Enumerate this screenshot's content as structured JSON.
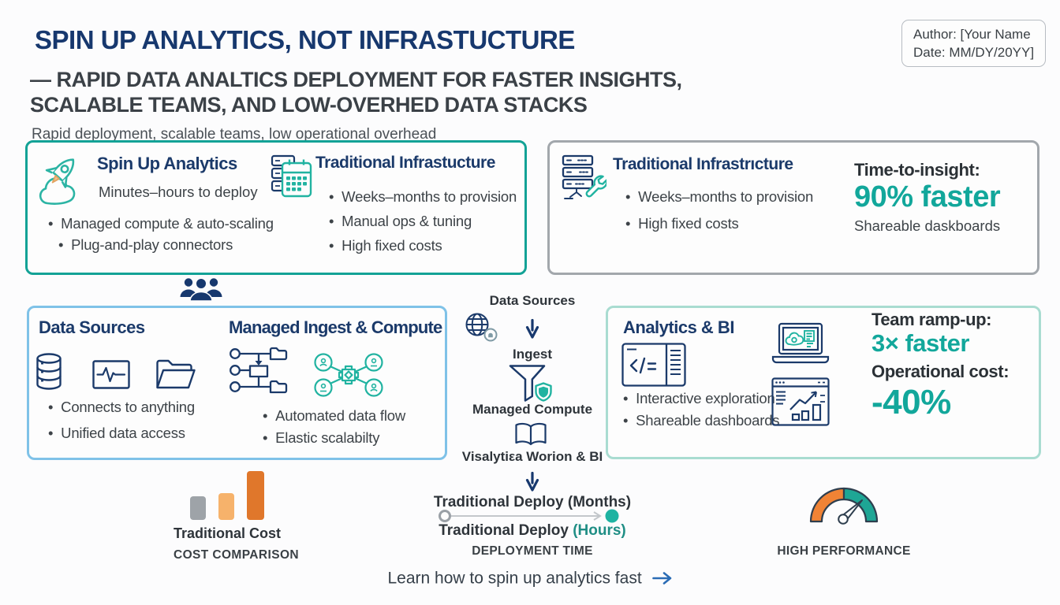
{
  "header": {
    "title": "SPIN UP ANALYTICS, NOT INFRASTUCTURE",
    "subtitle_line1": "— RAPID DATA ANALTICS DEPLOYMENT FOR FASTER INSIGHTS,",
    "subtitle_line2": "SCALABLE TEAMS, AND LOW-OVERHED DATA STACKS",
    "tagline": "Rapid deployment, scalable teams, low operational overhead",
    "author": {
      "line1": "Author: [Your Name",
      "line2": "Date: MM/DY/20YY]"
    }
  },
  "compare_card": {
    "spin_up": {
      "heading": "Spin Up Analytics",
      "subheading": "Minutes–hours to deploy",
      "bullets": [
        "Managed compute & auto-scaling",
        "Plug-and-play connectors"
      ],
      "icon": "rocket-cloud-icon"
    },
    "traditional": {
      "heading": "Traditional Infrastucture",
      "bullets": [
        "Weeks–months to provision",
        "Manual ops & tuning",
        "High fixed costs"
      ],
      "icon": "calendar-server-icon"
    }
  },
  "insight_card": {
    "heading": "Traditional Infrastrıcture",
    "bullets": [
      "Weeks–months to provision",
      "High fixed costs"
    ],
    "metric_label": "Time-to-insight:",
    "metric_value": "90% faster",
    "metric_note": "Shareable daskboards",
    "icon": "server-wrench-icon"
  },
  "sources_card": {
    "data_sources": {
      "heading": "Data Sources",
      "bullets": [
        "Connects to anything",
        "Unified data access"
      ],
      "icons": [
        "database-icon",
        "waveform-icon",
        "folder-icon"
      ]
    },
    "ingest": {
      "heading": "Managed Ingest & Compute",
      "bullets": [
        "Automated data flow",
        "Elastic scalabilty"
      ],
      "icons": [
        "flowchart-icon",
        "hub-spoke-icon"
      ]
    }
  },
  "flow": {
    "step1": "Data Sources",
    "step2": "Ingest",
    "step3": "Managed Compute",
    "step4": "Visalytiεa Worion & BI",
    "deploy_months": "Traditional Deploy (Months)",
    "deploy_hours_prefix": "Traditional Deploy ",
    "deploy_hours_highlight": "(Hours)",
    "axis_caption": "DEPLOYMENT TIME",
    "icons": [
      "globe-icon",
      "funnel-shield-icon",
      "book-icon"
    ]
  },
  "analytics_card": {
    "heading": "Analytics & BI",
    "bullets": [
      "Interactive exploration",
      "Shareable dashboards"
    ],
    "metric1_label": "Team ramp-up:",
    "metric1_value": "3× faster",
    "metric2_label": "Operational cost:",
    "metric2_value": "-40%",
    "icons": [
      "browser-code-icon",
      "laptop-dashboard-icon",
      "chart-dashboard-icon"
    ]
  },
  "chart_data": {
    "type": "bar",
    "title": "COST COMPARISON",
    "label": "Traditional Cost",
    "categories": [
      "bar-1",
      "bar-2",
      "bar-3"
    ],
    "values": [
      30,
      34,
      62
    ],
    "colors": [
      "#9ea3a8",
      "#f6b26b",
      "#e0772b"
    ],
    "note": "relative cost bars, no axis shown"
  },
  "gauge": {
    "caption": "HIGH PERFORMANCE"
  },
  "cta": {
    "label": "Learn how to spin up analytics fast"
  },
  "colors": {
    "navy": "#1b3a6a",
    "title_navy": "#17386e",
    "teal_accent": "#12a79b",
    "teal_border": "#13a296",
    "gray_border": "#a2a7ac",
    "blue_border": "#7fc2e8",
    "mint_border": "#a9dcd1",
    "orange": "#e0772b",
    "light_orange": "#f6b26b",
    "bar_gray": "#9ea3a8",
    "cta_blue": "#2a6cb5"
  }
}
